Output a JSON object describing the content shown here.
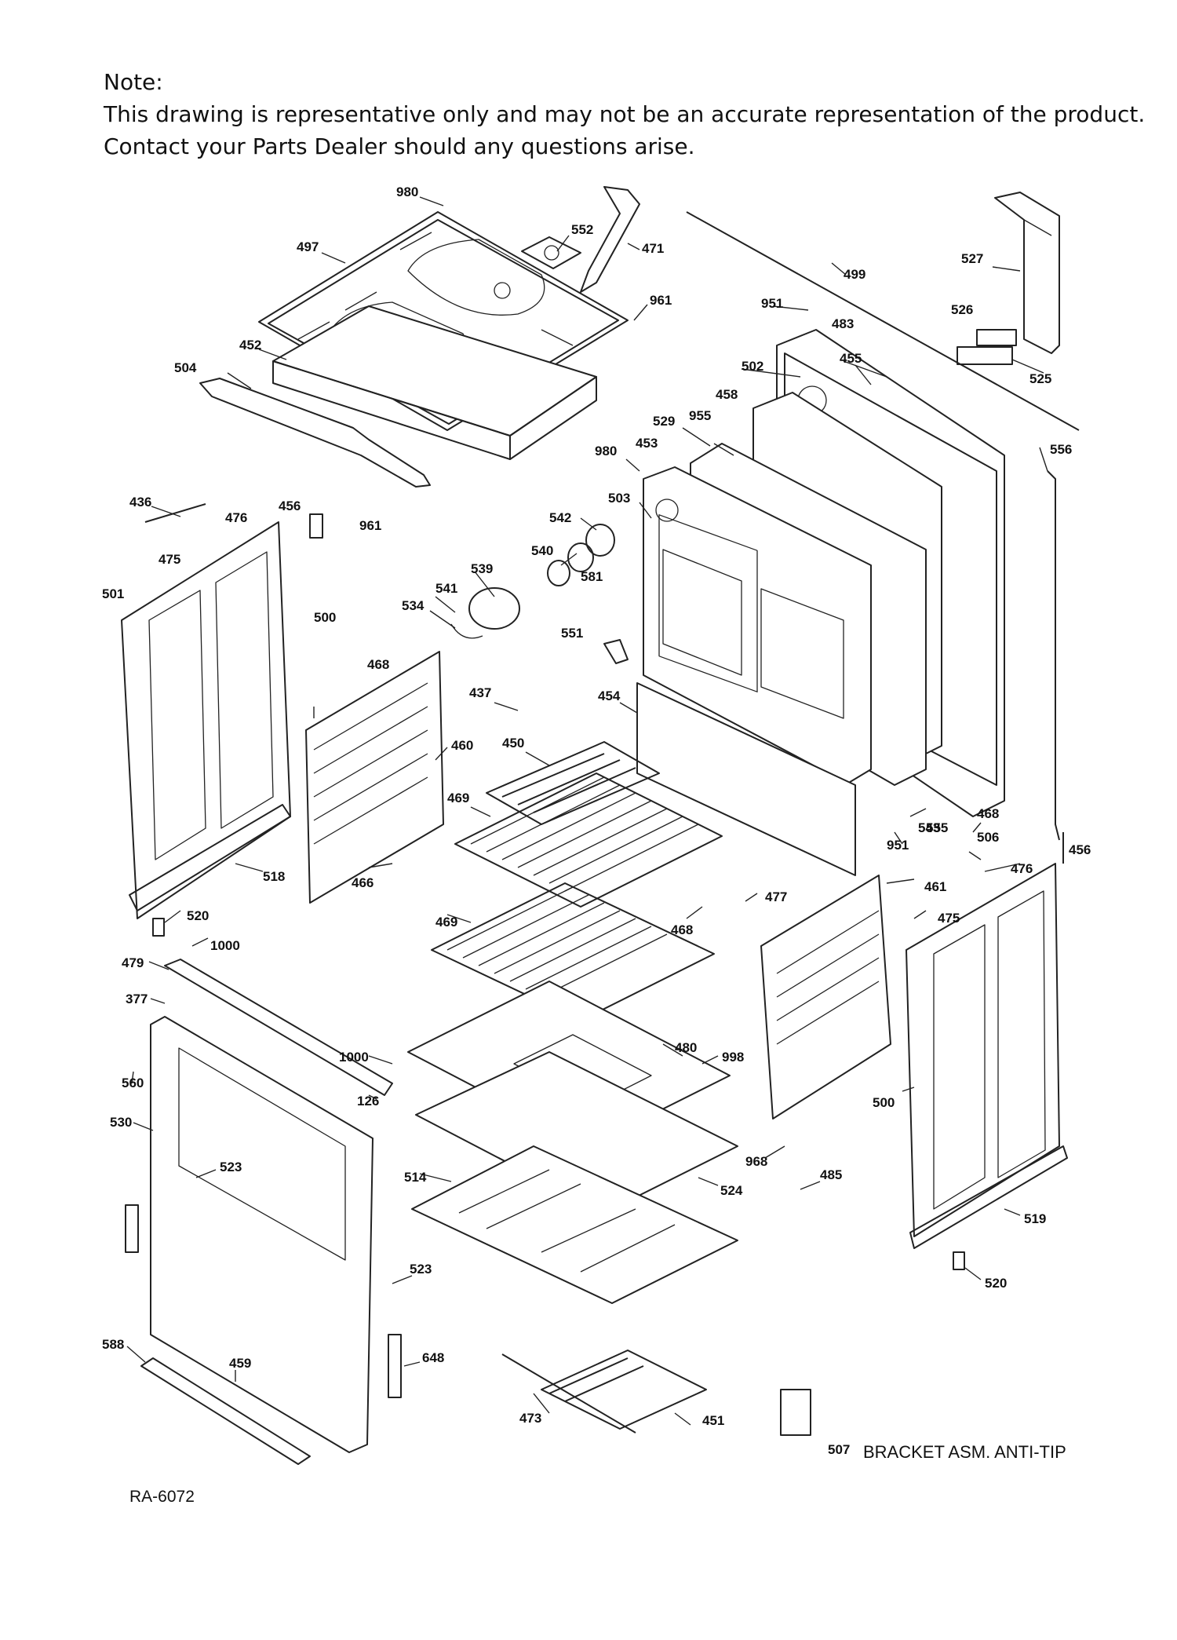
{
  "note": {
    "heading": "Note:",
    "line1": "This drawing is representative only and may not be an accurate representation of the product.",
    "line2": "Contact your Parts Dealer should any questions arise."
  },
  "reference_code": "RA-6072",
  "part_labels": [
    "980",
    "552",
    "471",
    "497",
    "961",
    "499",
    "527",
    "526",
    "525",
    "951",
    "483",
    "455",
    "502",
    "458",
    "955",
    "504",
    "452",
    "529",
    "980",
    "453",
    "556",
    "503",
    "542",
    "540",
    "581",
    "539",
    "541",
    "534",
    "436",
    "476",
    "456",
    "961",
    "475",
    "501",
    "500",
    "551",
    "468",
    "437",
    "454",
    "450",
    "460",
    "469",
    "555",
    "951",
    "468",
    "543",
    "506",
    "456",
    "476",
    "518",
    "466",
    "477",
    "461",
    "520",
    "469",
    "468",
    "475",
    "1000",
    "479",
    "377",
    "1000",
    "480",
    "998",
    "560",
    "126",
    "500",
    "530",
    "523",
    "968",
    "514",
    "524",
    "485",
    "519",
    "523",
    "520",
    "588",
    "459",
    "648",
    "473",
    "451",
    "507"
  ],
  "caption": "BRACKET ASM. ANTI-TIP"
}
